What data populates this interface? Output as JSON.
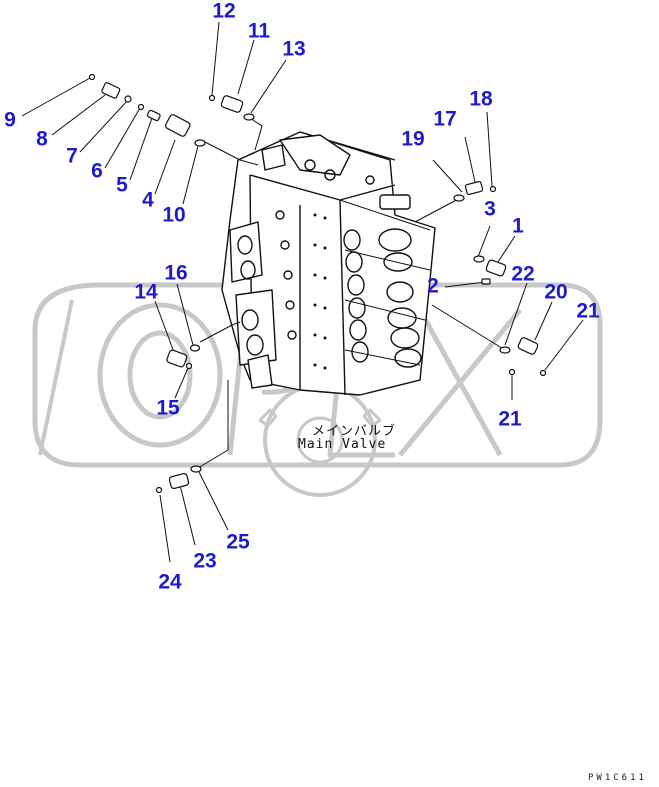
{
  "callouts": [
    "1",
    "2",
    "3",
    "4",
    "5",
    "6",
    "7",
    "8",
    "9",
    "10",
    "11",
    "12",
    "13",
    "14",
    "15",
    "16",
    "17",
    "18",
    "19",
    "20",
    "21",
    "21",
    "22",
    "23",
    "24",
    "25"
  ],
  "caption": {
    "japanese": "メインバルブ",
    "english": "Main Valve"
  },
  "watermark": "OPEX",
  "corner_code": "PW1C611",
  "colors": {
    "callout": "#1c1ccc",
    "line": "#111111",
    "watermark": "#c4c4c4"
  }
}
